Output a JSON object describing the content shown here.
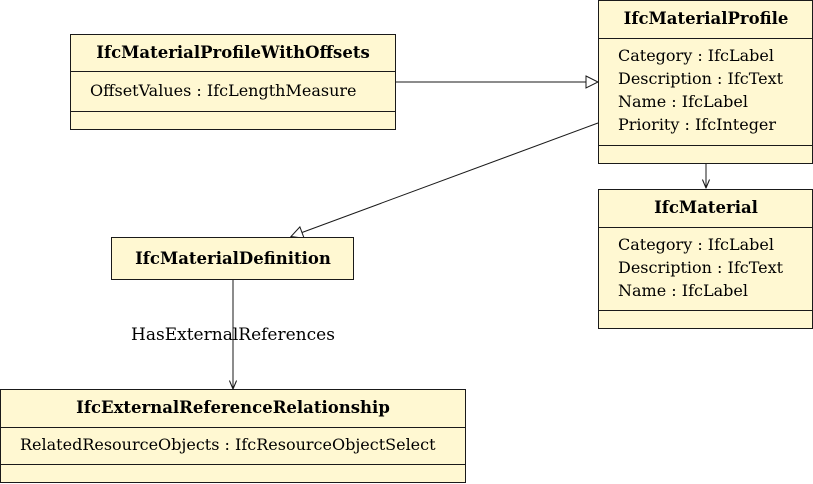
{
  "classes": {
    "material_profile_with_offsets": {
      "name": "IfcMaterialProfileWithOffsets",
      "attributes": [
        "OffsetValues : IfcLengthMeasure"
      ]
    },
    "material_profile": {
      "name": "IfcMaterialProfile",
      "attributes": [
        "Category : IfcLabel",
        "Description : IfcText",
        "Name : IfcLabel",
        "Priority : IfcInteger"
      ]
    },
    "material": {
      "name": "IfcMaterial",
      "attributes": [
        "Category : IfcLabel",
        "Description : IfcText",
        "Name : IfcLabel"
      ]
    },
    "material_definition": {
      "name": "IfcMaterialDefinition",
      "attributes": []
    },
    "external_reference_relationship": {
      "name": "IfcExternalReferenceRelationship",
      "attributes": [
        "RelatedResourceObjects : IfcResourceObjectSelect"
      ]
    }
  },
  "relations": {
    "profile_to_material": "Material",
    "definition_to_external": "HasExternalReferences"
  }
}
